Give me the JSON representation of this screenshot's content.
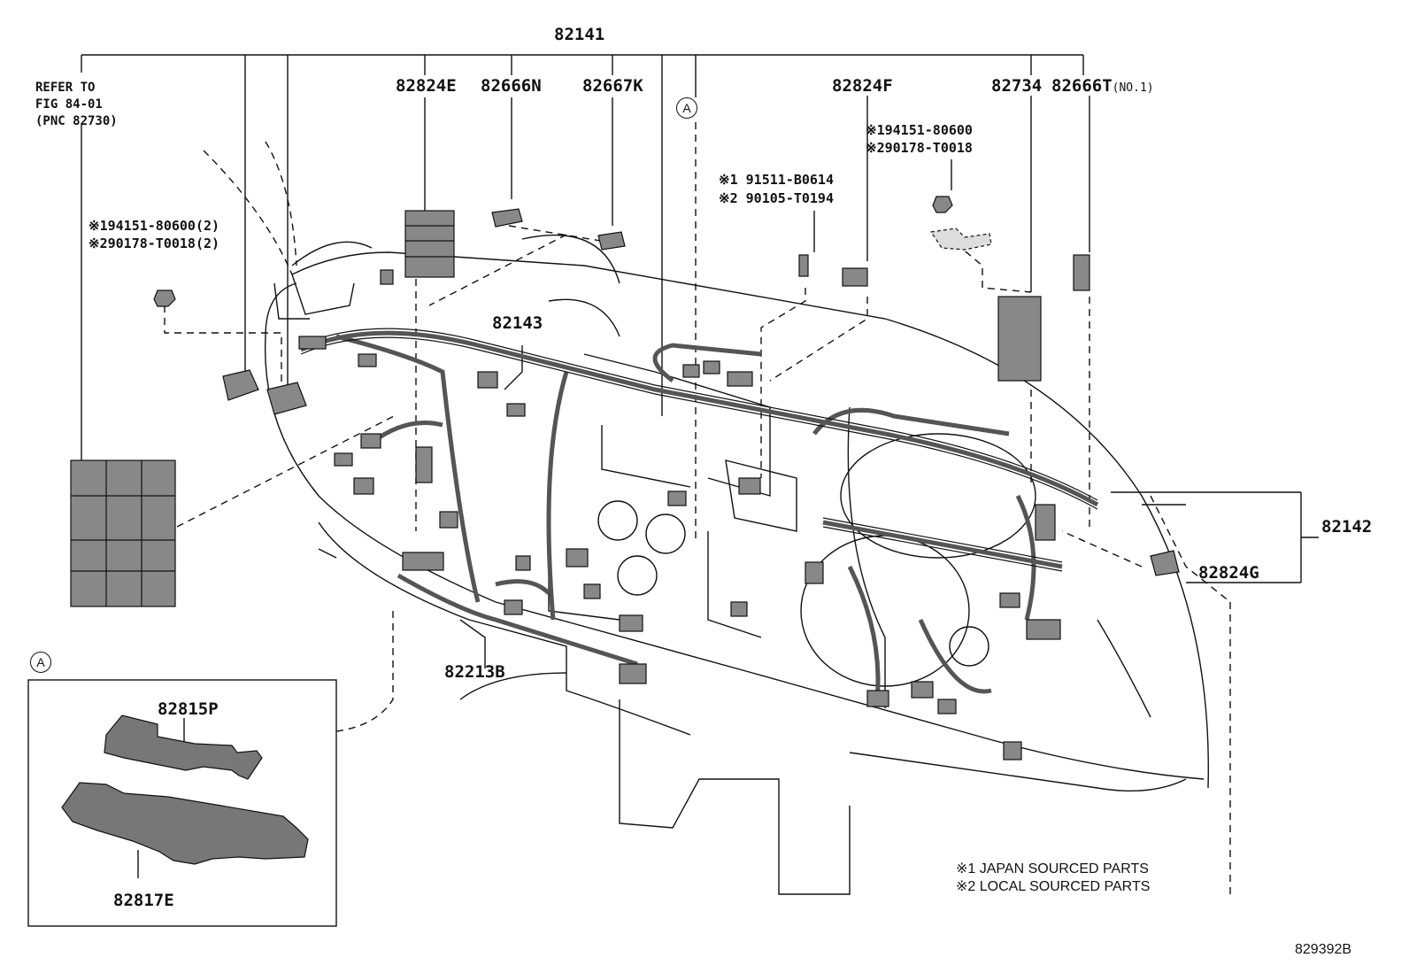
{
  "labels": {
    "p82141": "82141",
    "p82824E": "82824E",
    "p82666N": "82666N",
    "p82667K": "82667K",
    "p82824F": "82824F",
    "p82734": "82734",
    "p82666T": "82666T",
    "p82666T_suffix": "(NO.1)",
    "p82143": "82143",
    "p82142": "82142",
    "p82824G": "82824G",
    "p82213B": "82213B",
    "p82815P": "82815P",
    "p82817E": "82817E"
  },
  "refer_note": {
    "line1": "REFER TO",
    "line2": "FIG 84-01",
    "line3": "(PNC 82730)"
  },
  "part_numbers": {
    "left_1": "※194151-80600(2)",
    "left_2": "※290178-T0018(2)",
    "mid_1": "※1 91511-B0614",
    "mid_2": "※2 90105-T0194",
    "right_1": "※194151-80600",
    "right_2": "※290178-T0018"
  },
  "callout_letter": "A",
  "detail_letter": "A",
  "legend": {
    "line1": "※1 JAPAN SOURCED PARTS",
    "line2": "※2 LOCAL SOURCED PARTS"
  },
  "figure_number": "829392B"
}
